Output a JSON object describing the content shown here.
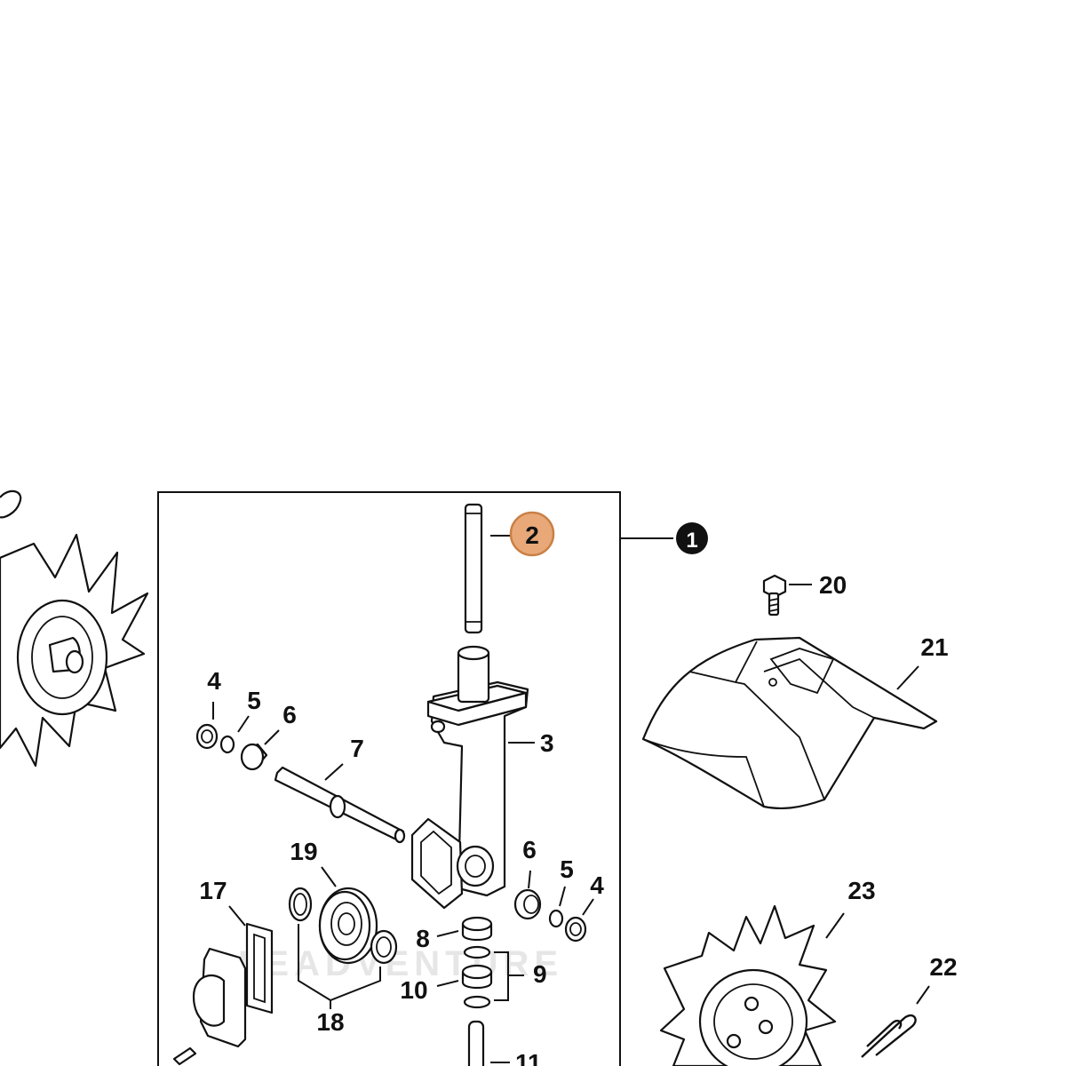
{
  "diagram": {
    "assembly_label": "1",
    "highlighted_label": "2",
    "highlight_color": "#e8a878",
    "highlight_border": "#c98045",
    "assembly_badge_color": "#111111",
    "watermark": "LEADVENTURE",
    "labels": {
      "p2": "2",
      "p3": "3",
      "p4a": "4",
      "p5a": "5",
      "p6a": "6",
      "p7": "7",
      "p6b": "6",
      "p5b": "5",
      "p4b": "4",
      "p8": "8",
      "p9": "9",
      "p10": "10",
      "p11": "11",
      "p17": "17",
      "p18": "18",
      "p19": "19",
      "p20": "20",
      "p21": "21",
      "p22": "22",
      "p23": "23"
    }
  }
}
